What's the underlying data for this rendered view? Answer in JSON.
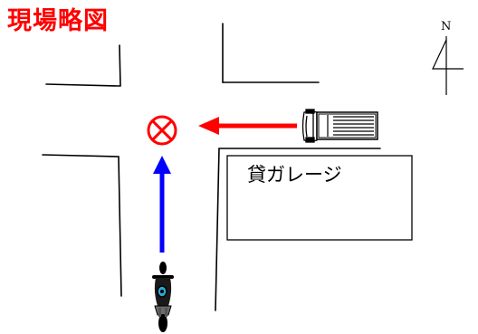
{
  "title": "現場略図",
  "north_label": "N",
  "garage_label": "貸ガレージ",
  "icons": {
    "collision_marker": "circled-x-icon",
    "vehicle": "truck-icon",
    "motorcycle": "motorcycle-icon",
    "north_arrow": "north-arrow-icon"
  },
  "colors": {
    "title": "#ff0000",
    "truck_path": "#ff0000",
    "collision_marker": "#ff0000",
    "motorcycle_path": "#0000ff"
  }
}
